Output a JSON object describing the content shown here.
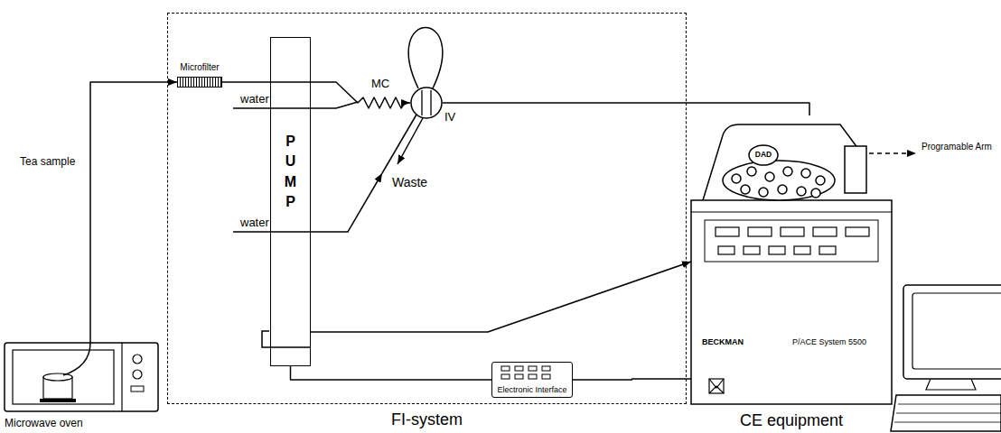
{
  "diagram": {
    "nodes": [
      {
        "text": [
          "FI-system"
        ]
      },
      {
        "text": [
          "Microwave oven"
        ]
      },
      {
        "text": [
          "Microfilter"
        ],
        "in": 0
      },
      {
        "text": [
          "PUMP"
        ],
        "in": 0
      },
      {
        "text": [
          "IV"
        ],
        "in": 0
      },
      {
        "text": [
          "Electronic Interface"
        ],
        "in": 0
      },
      {
        "text": [
          "CE equipment",
          "BECKMAN",
          "P/ACE System 5500"
        ]
      },
      {
        "text": [
          "DAD"
        ],
        "in": 6
      }
    ],
    "edges": [
      {
        "from": 1,
        "to": 2,
        "label": "Tea sample",
        "arrow": "to"
      },
      {
        "from": 2,
        "to": 4,
        "arrow": "to"
      },
      {
        "from": 4,
        "to": 6,
        "arrow": "none"
      },
      {
        "from": 3,
        "to": 5,
        "arrow": "none"
      },
      {
        "from": 5,
        "to": 6,
        "arrow": "none"
      },
      {
        "from": 3,
        "to": 6,
        "arrow": "to"
      }
    ],
    "labels": [
      "MC",
      "water",
      "water",
      "Waste",
      "Programable Arm"
    ]
  }
}
